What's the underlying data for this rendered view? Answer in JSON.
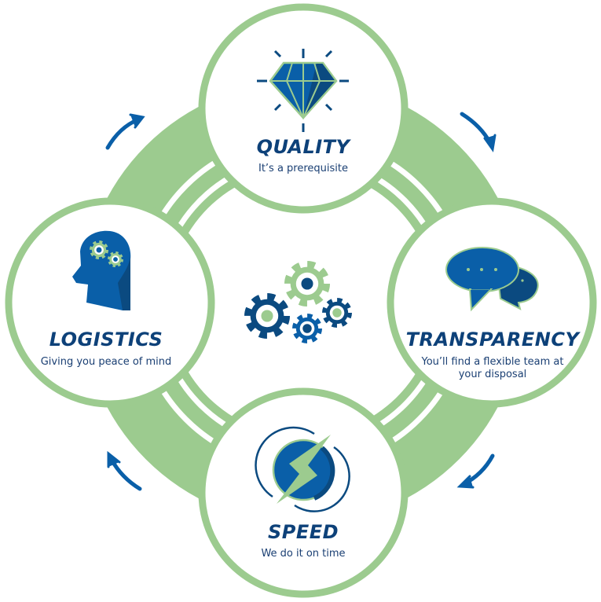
{
  "colors": {
    "green": "#9ccb8f",
    "dark_blue": "#0b4a80",
    "mid_blue": "#0a5fa8",
    "title": "#0d4179"
  },
  "center": {
    "icon": "gears-icon"
  },
  "segments": [
    {
      "title": "QUALITY",
      "subtitle": "It’s a prerequisite",
      "icon": "diamond-icon"
    },
    {
      "title": "TRANSPARENCY",
      "subtitle": "You’ll find a flexible team at your disposal",
      "icon": "speech-bubbles-icon"
    },
    {
      "title": "SPEED",
      "subtitle": "We do it on time",
      "icon": "lightning-clock-icon"
    },
    {
      "title": "LOGISTICS",
      "subtitle": "Giving you peace of mind",
      "icon": "head-gears-icon"
    }
  ]
}
